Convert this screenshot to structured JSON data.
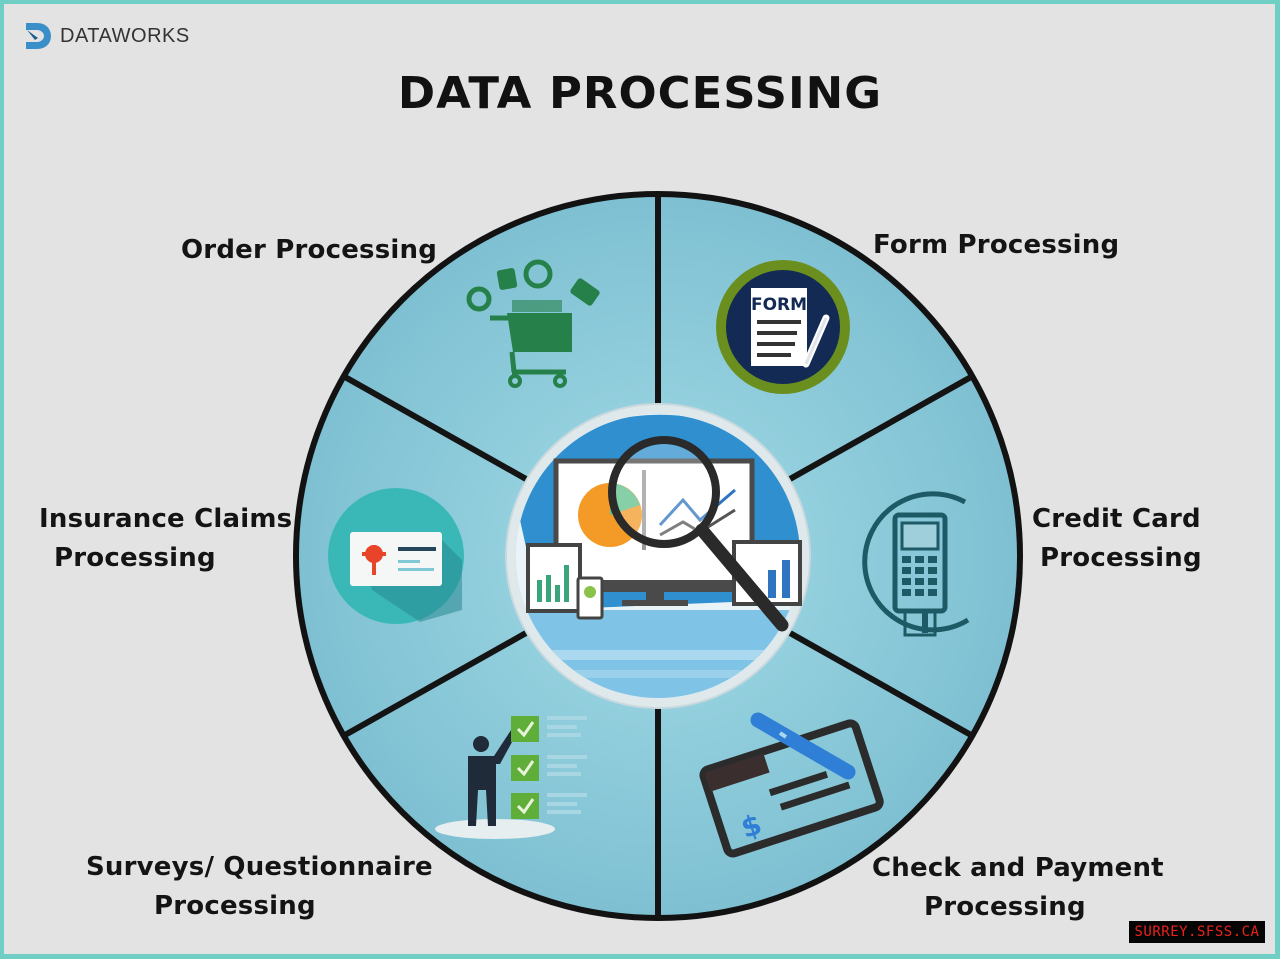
{
  "brand": {
    "name": "DATAWORKS",
    "logo_icon": "dataworks-d-logo-icon",
    "colors": {
      "logo": "#3a8fc9",
      "frame": "#6fcfc4"
    }
  },
  "title": "DATA PROCESSING",
  "diagram": {
    "type": "segmented-wheel",
    "center": {
      "label": "",
      "icon": "analytics-dashboard-magnifier-icon"
    },
    "colors": {
      "segment_fill": "#8ccbdb",
      "segment_fill_alt": "#7fc2d3",
      "divider": "#141414",
      "hub_ring": "#dfe9ec",
      "background": "#e3e3e3"
    },
    "segments": [
      {
        "id": "order",
        "line1": "Order Processing",
        "line2": "",
        "icon": "shopping-cart-icon"
      },
      {
        "id": "form",
        "line1": "Form Processing",
        "line2": "",
        "icon": "form-document-icon"
      },
      {
        "id": "credit",
        "line1": "Credit Card",
        "line2": "Processing",
        "icon": "card-terminal-icon"
      },
      {
        "id": "check",
        "line1": "Check and Payment",
        "line2": "Processing",
        "icon": "check-pen-icon"
      },
      {
        "id": "survey",
        "line1": "Surveys/ Questionnaire",
        "line2": "Processing",
        "icon": "survey-checklist-icon"
      },
      {
        "id": "insurance",
        "line1": "Insurance Claims",
        "line2": "Processing",
        "icon": "insurance-card-icon"
      }
    ],
    "form_icon_text": "FORM",
    "check_icon_text": "$"
  },
  "watermark": "SURREY.SFSS.CA"
}
